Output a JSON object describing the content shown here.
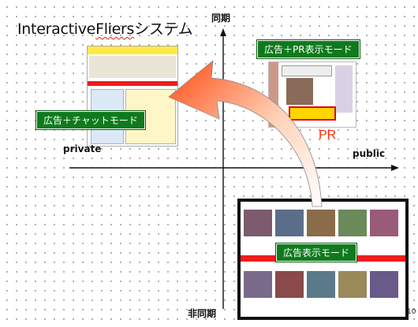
{
  "diagram": {
    "title_prefix": "Interactive",
    "title_underlined": "Fliers",
    "title_suffix": "システム",
    "axis_top": "同期",
    "axis_bottom": "非同期",
    "axis_left": "private",
    "axis_right": "public",
    "modes": {
      "pr_mode": "広告＋PR表示モード",
      "chat_mode": "広告＋チャットモード",
      "ad_mode": "広告表示モード"
    },
    "pr_label": "PR",
    "page_number": "10"
  },
  "colors": {
    "mode_label_bg": "#0f7a1c",
    "arrow_head": "#ff5a1f",
    "pr_text": "#ff2a00",
    "axis": "#111111"
  }
}
